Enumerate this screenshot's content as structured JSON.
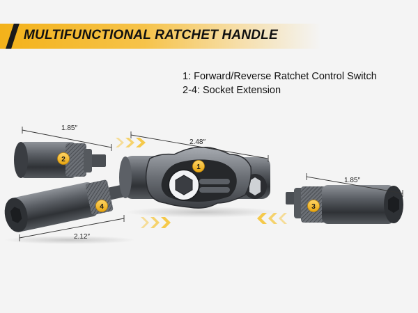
{
  "banner": {
    "title": "MULTIFUNCTIONAL RATCHET HANDLE"
  },
  "legend": {
    "line1": "1:  Forward/Reverse  Ratchet Control Switch",
    "line2": "2-4:  Socket Extension"
  },
  "dimensions": {
    "left_top": "1.85″",
    "center": "2.48″",
    "right": "1.85″",
    "left_bottom": "2.12″"
  },
  "badges": {
    "b1": "1",
    "b2": "2",
    "b3": "3",
    "b4": "4"
  },
  "colors": {
    "accent": "#f3b21a",
    "metal_dark": "#3a3d42",
    "metal_light": "#9a9ea4",
    "arrow": "#f5c94a"
  }
}
